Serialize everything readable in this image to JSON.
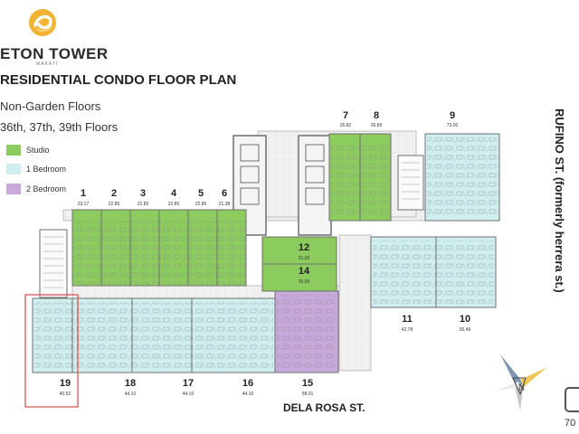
{
  "header": {
    "brand": "ETON TOWER",
    "brand_sub": "MAKATI",
    "title": "RESIDENTIAL CONDO FLOOR PLAN",
    "subtitle_1": "Non-Garden Floors",
    "subtitle_2": "36th, 37th, 39th Floors"
  },
  "legend": [
    {
      "label": "Studio",
      "color": "#8ccb5e"
    },
    {
      "label": "1 Bedroom",
      "color": "#cfeef0"
    },
    {
      "label": "2 Bedroom",
      "color": "#c7a9db"
    }
  ],
  "streets": {
    "right": "RUFINO ST. (formerly herrera st.)",
    "bottom": "DELA ROSA ST."
  },
  "units": [
    {
      "num": "1",
      "area": "23.17"
    },
    {
      "num": "2",
      "area": "22.85"
    },
    {
      "num": "3",
      "area": "22.85"
    },
    {
      "num": "4",
      "area": "22.85"
    },
    {
      "num": "5",
      "area": "22.85"
    },
    {
      "num": "6",
      "area": "21.38"
    },
    {
      "num": "7",
      "area": "26.82"
    },
    {
      "num": "8",
      "area": "26.89"
    },
    {
      "num": "9",
      "area": "73.00"
    },
    {
      "num": "10",
      "area": "55.49"
    },
    {
      "num": "11",
      "area": "42.78"
    },
    {
      "num": "12",
      "area": "21.00"
    },
    {
      "num": "14",
      "area": "26.05"
    },
    {
      "num": "15",
      "area": "58.01"
    },
    {
      "num": "16",
      "area": "44.10"
    },
    {
      "num": "17",
      "area": "44.10"
    },
    {
      "num": "18",
      "area": "44.10"
    },
    {
      "num": "19",
      "area": "40.52"
    }
  ],
  "corner_text": "70",
  "colors": {
    "studio": "#8ccb5e",
    "one_bedroom": "#cfeef0",
    "two_bedroom": "#c7a9db",
    "highlight": "#d94848",
    "wall": "#6f6f6f"
  }
}
